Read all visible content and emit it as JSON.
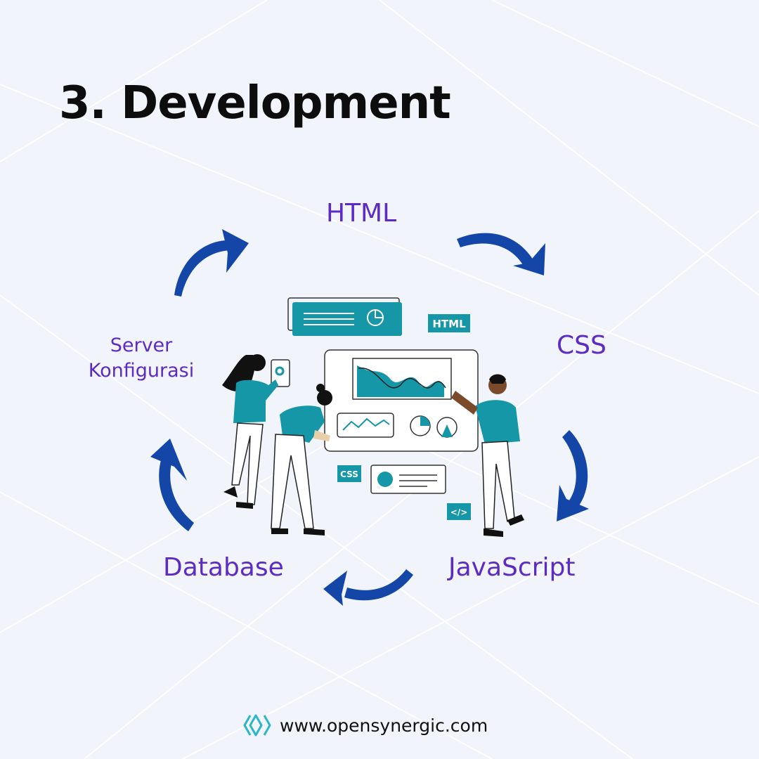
{
  "title": "3. Development",
  "steps": {
    "html": "HTML",
    "css": "CSS",
    "javascript": "JavaScript",
    "database": "Database",
    "server_line1": "Server",
    "server_line2": "Konfigurasi"
  },
  "illustration": {
    "tag_html": "HTML",
    "tag_css": "CSS",
    "tag_code": "</>"
  },
  "footer": {
    "url": "www.opensynergic.com",
    "logo_icon": "opensynergic-logo-icon"
  },
  "colors": {
    "accent_purple": "#5b2bc4",
    "arrow_blue": "#1446a8",
    "teal": "#1597a8",
    "title_black": "#0d0d0d"
  }
}
